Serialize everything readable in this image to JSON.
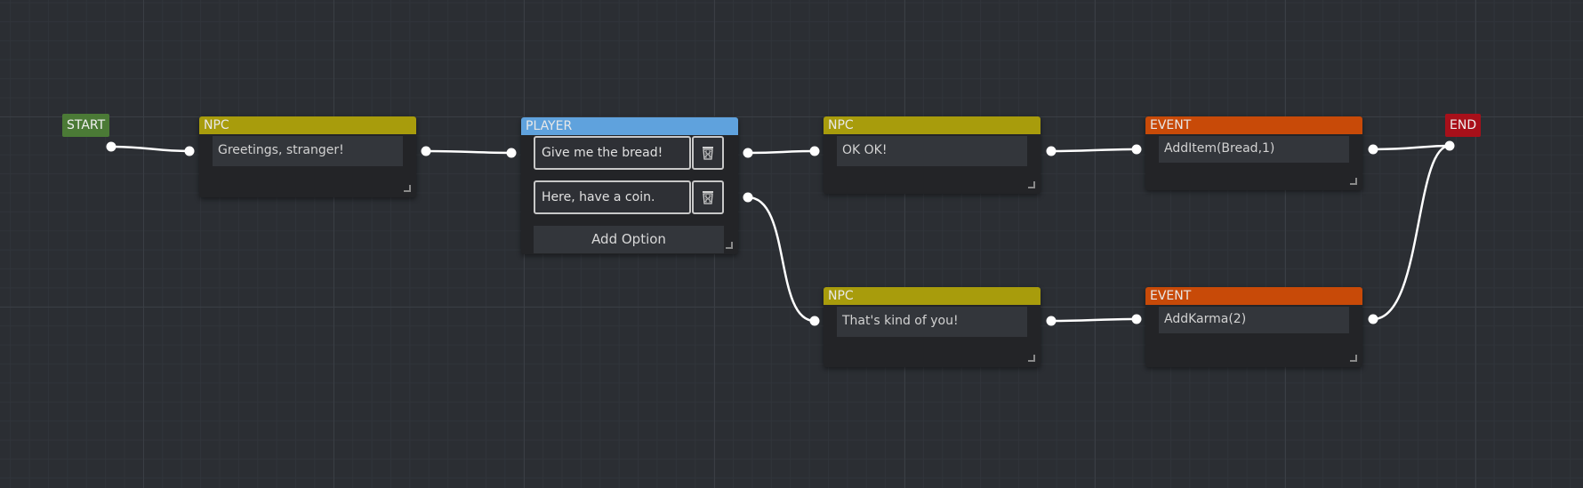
{
  "colors": {
    "background": "#2b2e33",
    "npc": "#a89c0c",
    "player": "#5fa2dd",
    "event": "#c84a08",
    "start": "#4b7a36",
    "end": "#a8101a",
    "wire": "#ffffff"
  },
  "start": {
    "label": "START"
  },
  "end": {
    "label": "END"
  },
  "nodes": {
    "npc1": {
      "type": "NPC",
      "text": "Greetings, stranger!"
    },
    "player1": {
      "type": "PLAYER",
      "options": [
        "Give me the bread!",
        "Here, have a coin."
      ],
      "add_option_label": "Add Option",
      "delete_icon": "trash-icon"
    },
    "npc2": {
      "type": "NPC",
      "text": "OK OK!"
    },
    "npc3": {
      "type": "NPC",
      "text": "That's kind of you!"
    },
    "event1": {
      "type": "EVENT",
      "text": "AddItem(Bread,1)"
    },
    "event2": {
      "type": "EVENT",
      "text": "AddKarma(2)"
    }
  }
}
